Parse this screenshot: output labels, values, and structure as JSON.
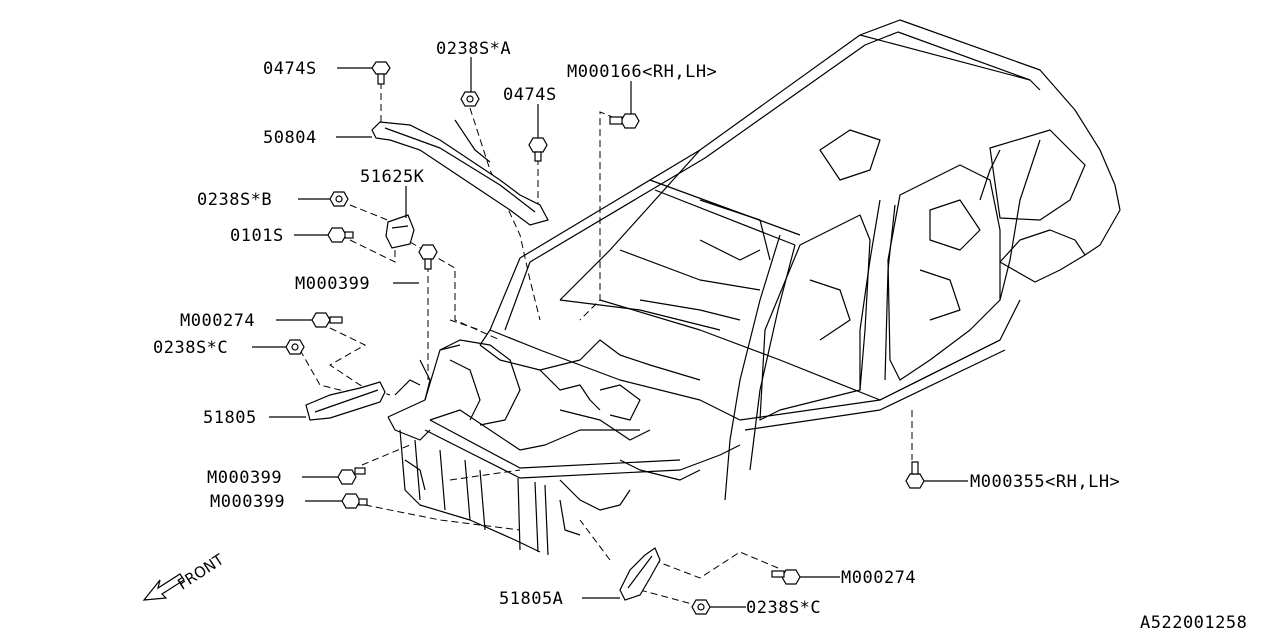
{
  "diagram": {
    "title": "Body Panel / Front Frame Parts Diagram",
    "reference_id": "A522001258",
    "direction_label": "FRONT",
    "callouts": [
      {
        "id": "c1",
        "part": "0474S"
      },
      {
        "id": "c2",
        "part": "0238S*A"
      },
      {
        "id": "c3",
        "part": "0474S"
      },
      {
        "id": "c4",
        "part": "M000166<RH,LH>"
      },
      {
        "id": "c5",
        "part": "50804"
      },
      {
        "id": "c6",
        "part": "51625K"
      },
      {
        "id": "c7",
        "part": "0238S*B"
      },
      {
        "id": "c8",
        "part": "0101S"
      },
      {
        "id": "c9",
        "part": "M000399"
      },
      {
        "id": "c10",
        "part": "M000274"
      },
      {
        "id": "c11",
        "part": "0238S*C"
      },
      {
        "id": "c12",
        "part": "51805"
      },
      {
        "id": "c13",
        "part": "M000399"
      },
      {
        "id": "c14",
        "part": "M000399"
      },
      {
        "id": "c15",
        "part": "M000355<RH,LH>"
      },
      {
        "id": "c16",
        "part": "M000274"
      },
      {
        "id": "c17",
        "part": "51805A"
      },
      {
        "id": "c18",
        "part": "0238S*C"
      }
    ]
  }
}
